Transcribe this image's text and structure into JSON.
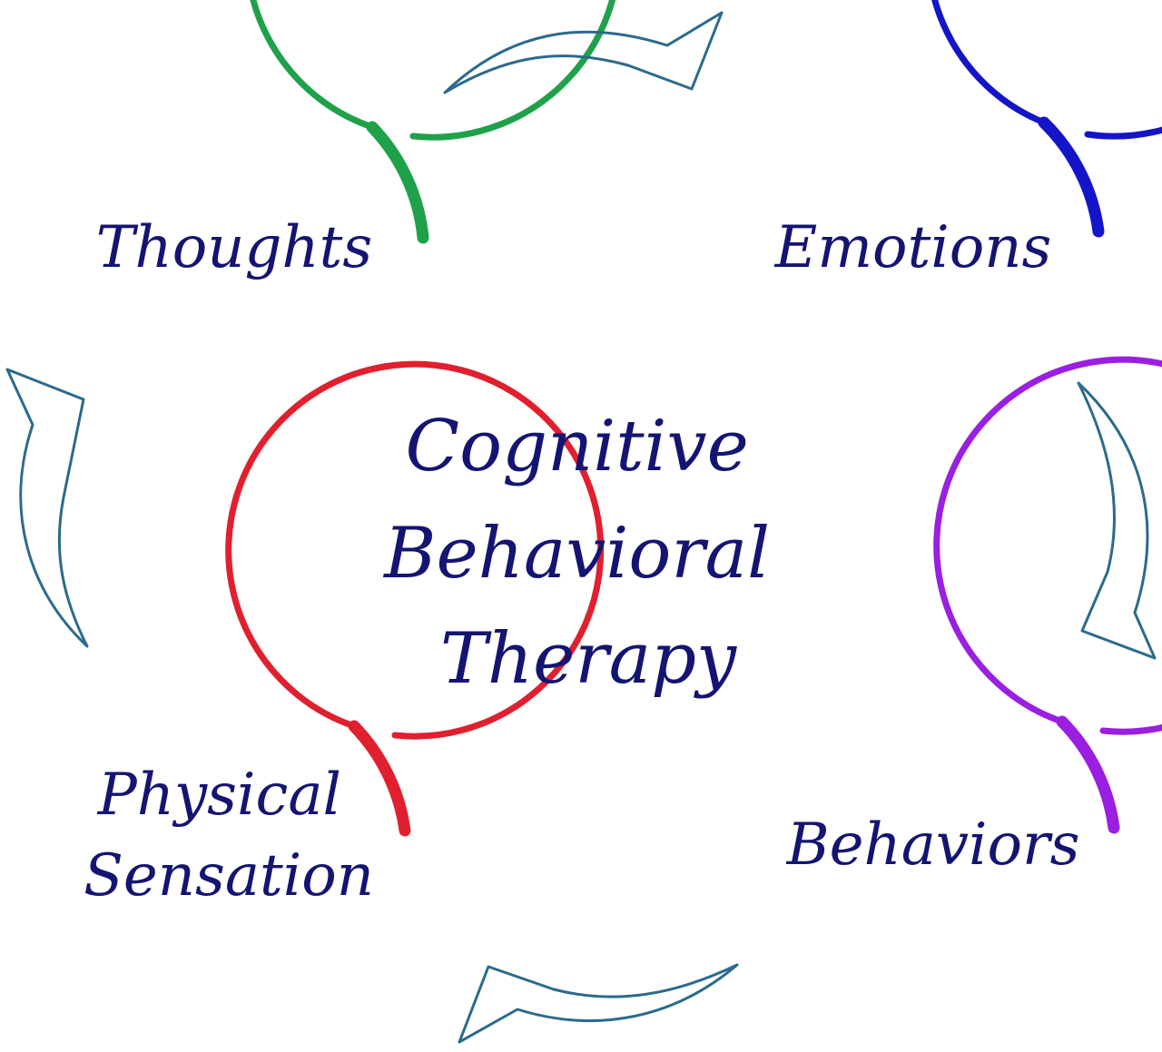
{
  "title": {
    "lines": [
      "Cognitive",
      "Behavioral",
      "Therapy"
    ],
    "color": "#141472"
  },
  "nodes": [
    {
      "id": "thoughts",
      "lines": [
        "Thoughts"
      ],
      "color": "#1fa14a"
    },
    {
      "id": "emotions",
      "lines": [
        "Emotions"
      ],
      "color": "#1414c8"
    },
    {
      "id": "behaviors",
      "lines": [
        "Behaviors"
      ],
      "color": "#9a1fe0"
    },
    {
      "id": "physical-sensation",
      "lines": [
        "Physical",
        "Sensation"
      ],
      "color": "#e0202e"
    }
  ],
  "cycle": [
    "thoughts",
    "emotions",
    "behaviors",
    "physical-sensation",
    "thoughts"
  ],
  "arrow_color": "#2c6a8c"
}
